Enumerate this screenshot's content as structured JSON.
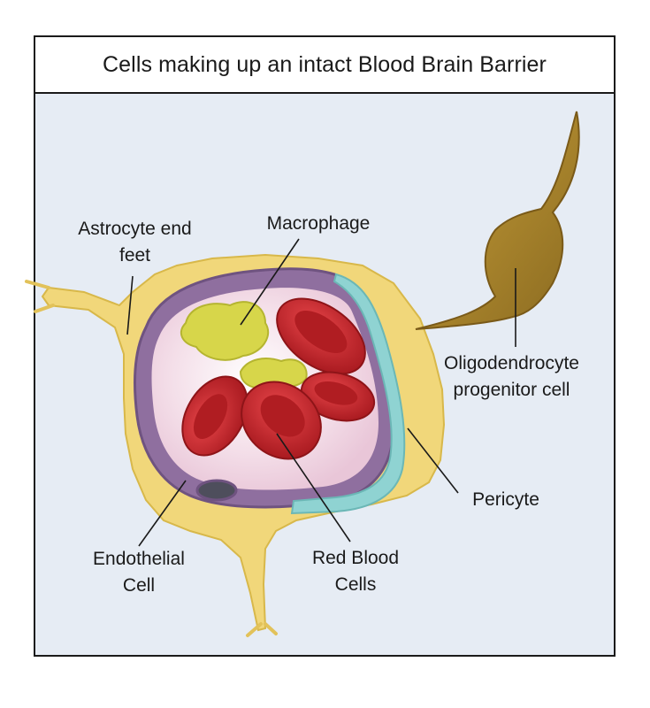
{
  "title": "Cells making up an intact Blood Brain Barrier",
  "labels": {
    "astrocyte": [
      "Astrocyte end",
      "feet"
    ],
    "macrophage": [
      "Macrophage"
    ],
    "oligodendrocyte": [
      "Oligodendrocyte",
      "progenitor cell"
    ],
    "pericyte": [
      "Pericyte"
    ],
    "red_blood_cells": [
      "Red Blood",
      "Cells"
    ],
    "endothelial": [
      "Endothelial",
      "Cell"
    ]
  },
  "colors": {
    "background": "#e6ecf4",
    "astrocyte": "#f1d77a",
    "endothelial": "#8f6f9f",
    "lumen": "#f3dbe8",
    "red_blood_cell": "#c8252b",
    "macrophage": "#d7d64a",
    "pericyte": "#8fd3d2",
    "oligodendrocyte": "#b38a2c"
  }
}
